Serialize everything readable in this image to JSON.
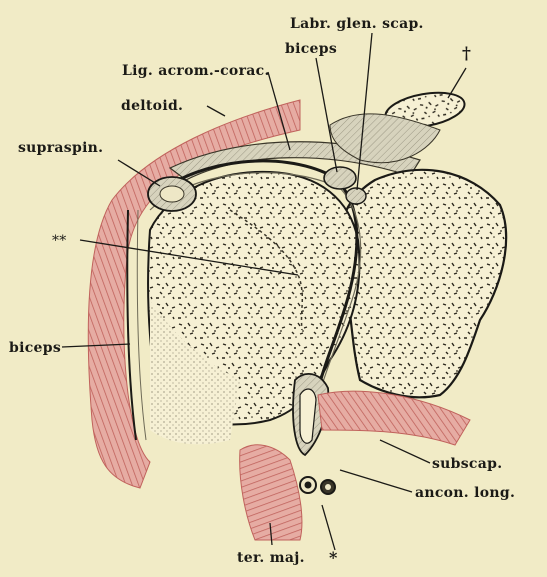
{
  "labels": {
    "labr_glen_scap": "Labr. glen. scap.",
    "biceps_top": "biceps",
    "dagger": "†",
    "lig_acrom_corac": "Lig. acrom.-corac.",
    "deltoid": "deltoid.",
    "supraspin": "supraspin.",
    "double_star": "**",
    "biceps_left": "biceps",
    "subscap": "subscap.",
    "ancon_long": "ancon. long.",
    "ter_maj": "ter. maj.",
    "single_star": "*"
  },
  "colors": {
    "paper": "#f1ebc6",
    "ink": "#1b1a16",
    "muscle": "#d88a82",
    "muscle_stroke": "#c0625c",
    "bone": "#f6f0d4",
    "cartilage": "#c9c4a8"
  }
}
